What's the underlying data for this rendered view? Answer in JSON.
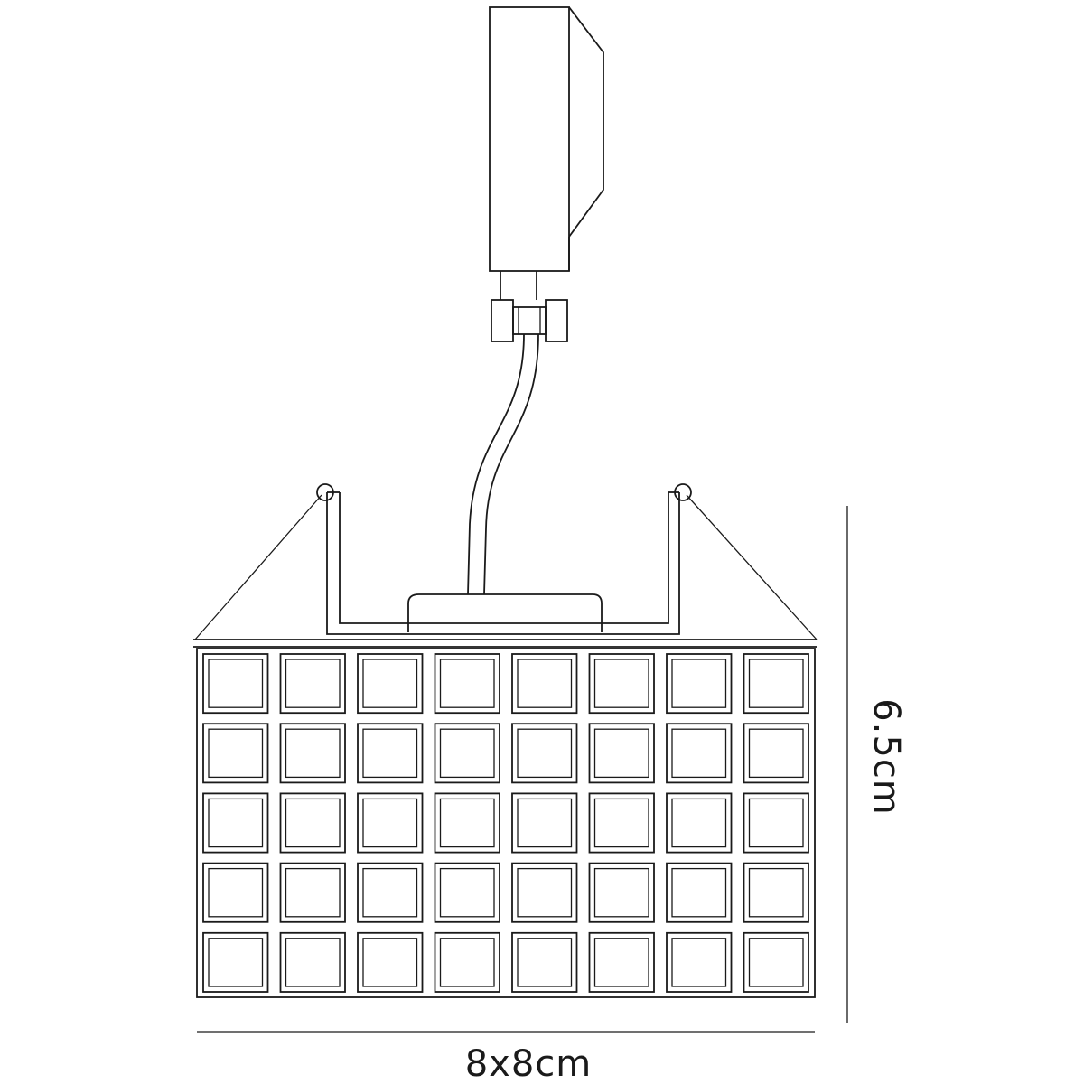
{
  "dimensions": {
    "width_label": "8x8cm",
    "height_label": "6.5cm"
  },
  "shade": {
    "grid_rows": 5,
    "grid_cols": 8
  },
  "colors": {
    "line": "#1a1a1a",
    "background": "#ffffff"
  }
}
